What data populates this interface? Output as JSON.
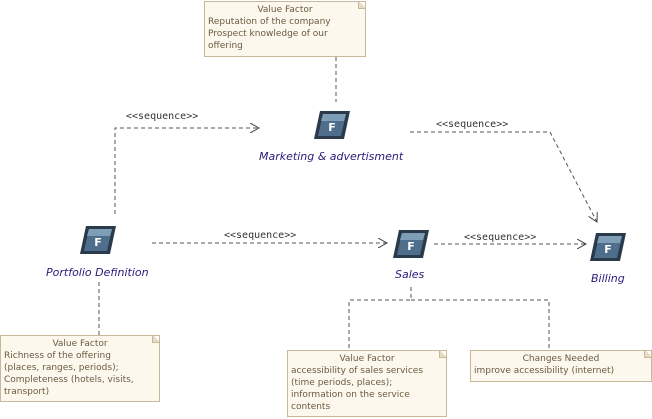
{
  "nodes": {
    "marketing": {
      "label": "Marketing & advertisment",
      "icon": "function-icon",
      "glyph": "F"
    },
    "portfolio": {
      "label": "Portfolio Definition",
      "icon": "function-icon",
      "glyph": "F"
    },
    "sales": {
      "label": "Sales",
      "icon": "function-icon",
      "glyph": "F"
    },
    "billing": {
      "label": "Billing",
      "icon": "function-icon",
      "glyph": "F"
    }
  },
  "edges": {
    "portfolio_to_marketing": "<<sequence>>",
    "marketing_to_billing": "<<sequence>>",
    "portfolio_to_sales": "<<sequence>>",
    "sales_to_billing": "<<sequence>>"
  },
  "notes": {
    "marketing": {
      "title": "Value Factor",
      "lines": [
        "Reputation of the company",
        "Prospect knowledge of our",
        "offering"
      ]
    },
    "portfolio": {
      "title": "Value Factor",
      "lines": [
        "Richness of the offering",
        "(places, ranges, periods);",
        "Completeness (hotels, visits,",
        "transport)"
      ]
    },
    "sales_value": {
      "title": "Value Factor",
      "lines": [
        "accessibility of sales services",
        "(time periods, places);",
        "information on the service",
        "contents"
      ]
    },
    "sales_changes": {
      "title": "Changes Needed",
      "lines": [
        "improve accessibility (internet)"
      ]
    }
  },
  "colors": {
    "label": "#2a1a7a",
    "note_bg": "#fdf8ee",
    "note_border": "#c8b89a",
    "icon_face": "#4e6e8c",
    "icon_frame": "#2a3a4a"
  }
}
